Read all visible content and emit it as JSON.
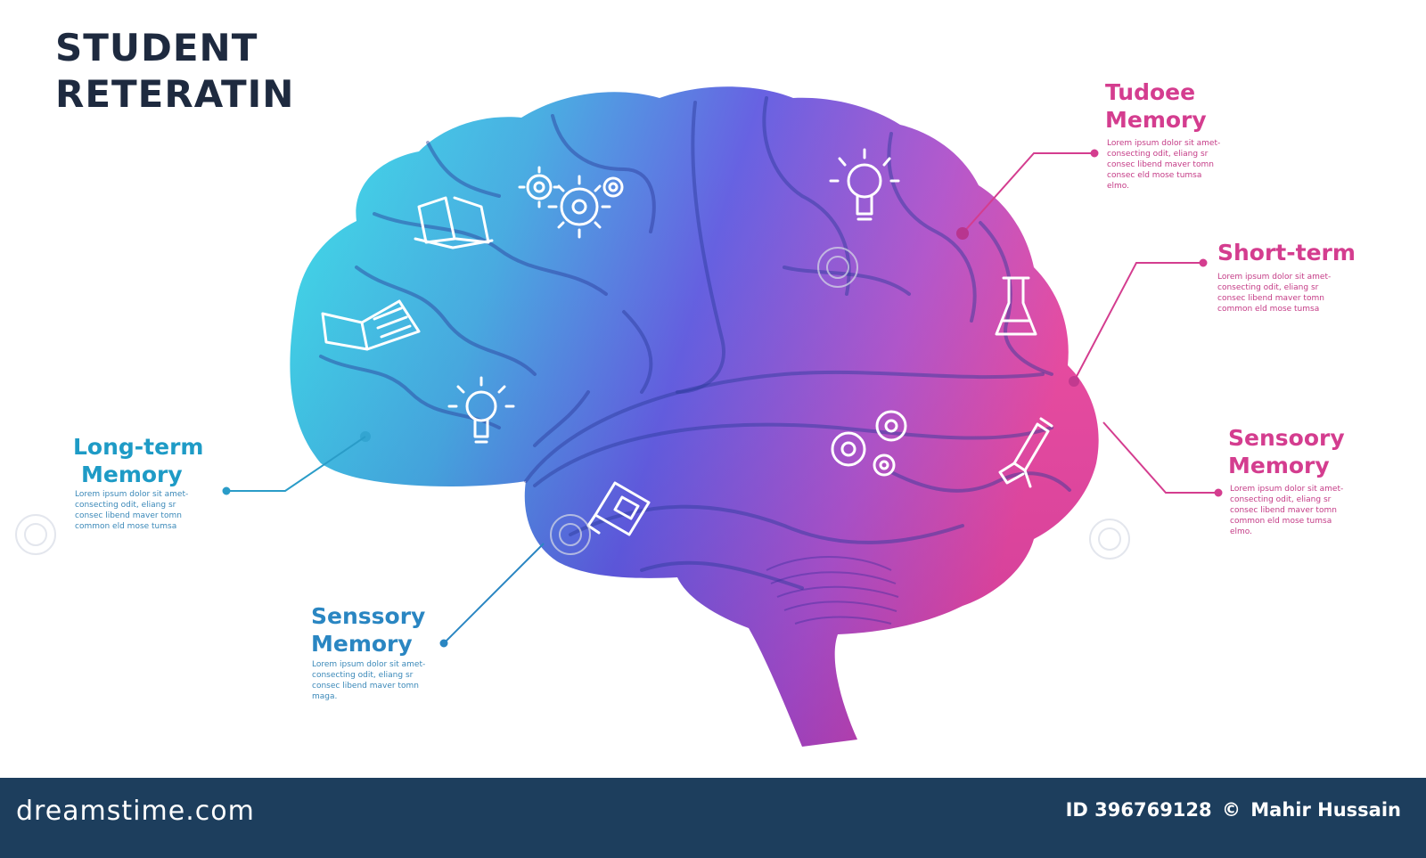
{
  "title": {
    "line1": "STUDENT",
    "line2": "RETERATIN"
  },
  "callouts": {
    "long_term": {
      "heading_line1": "Long-term",
      "heading_line2": "Memory",
      "desc": "Lorem ipsum dolor sit amet-\nconsecting odit, eliang sr\nconsec libend maver tomn\ncommon eld mose tumsa"
    },
    "sensory_left": {
      "heading_line1": "Senssory",
      "heading_line2": "Memory",
      "desc": "Lorem ipsum dolor sit amet-\nconsecting odit, eliang sr\nconsec libend maver tomn\nmaga."
    },
    "tudoee": {
      "heading_line1": "Tudoee",
      "heading_line2": "Memory",
      "desc": "Lorem ipsum dolor sit amet-\nconsecting odit, eliang sr\nconsec libend maver tomn\nconsec eld mose tumsa\nelmo."
    },
    "short_term": {
      "heading_line1": "Short-term",
      "heading_line2": "",
      "desc": "Lorem ipsum dolor sit amet-\nconsecting odit, eliang sr\nconsec libend maver tomn\ncommon eld mose tumsa"
    },
    "sensory_right": {
      "heading_line1": "Sensoory",
      "heading_line2": "Memory",
      "desc": "Lorem ipsum dolor sit amet-\nconsecting odit, eliang sr\nconsec libend maver tomn\ncommon eld mose tumsa\nelmo."
    }
  },
  "footer": {
    "brand": "dreamstime.com",
    "credit_id": "ID 396769128",
    "credit_symbol": "©",
    "credit_author": "Mahir Hussain"
  },
  "colors": {
    "brain_left": "#2fd6e6",
    "brain_mid": "#5a55e0",
    "brain_right": "#e43f9a",
    "callout_blue": "#2a86c2",
    "callout_pink": "#d43d8f",
    "footer_bg": "#1d3e5d"
  },
  "icons": [
    "book-icon",
    "open-book-icon",
    "gears-icon",
    "lightbulb-icon",
    "flask-icon",
    "microscope-icon",
    "phone-icon"
  ]
}
